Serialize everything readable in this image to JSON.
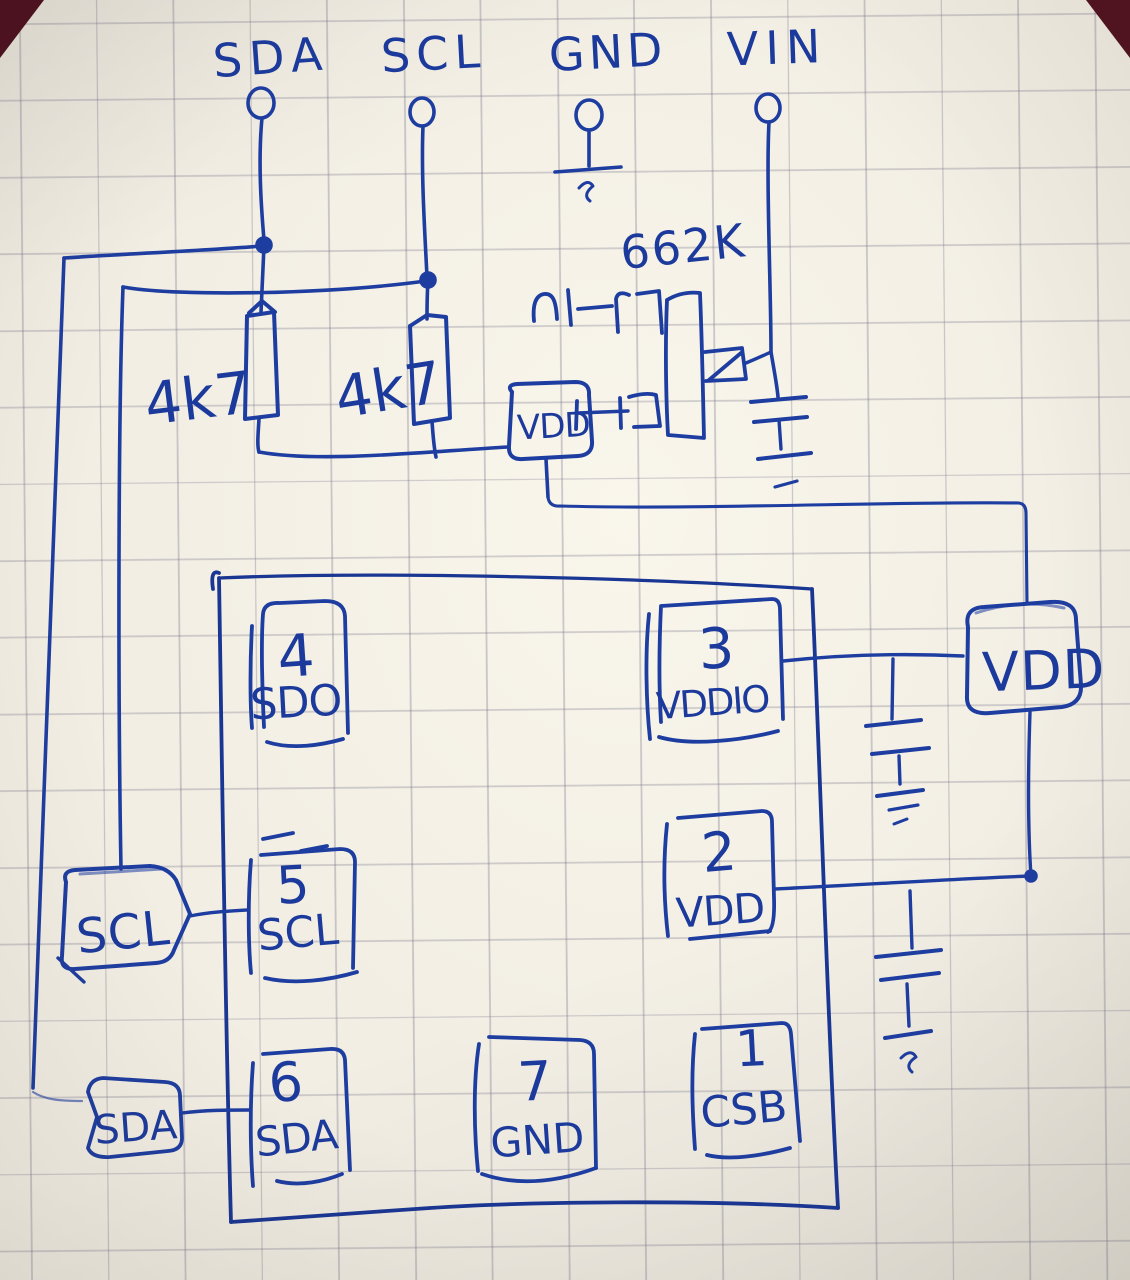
{
  "photo": {
    "description": "hand-drawn circuit schematic in blue ink on squared graph paper",
    "paper_color": "#f2eee4",
    "grid_color": "#747288",
    "ink_color": "#1e3da0",
    "corner_color": "#4e101f"
  },
  "terminals": [
    {
      "label": "SDA"
    },
    {
      "label": "SCL"
    },
    {
      "label": "GND"
    },
    {
      "label": "VIN"
    }
  ],
  "pullup_resistors": [
    {
      "value": "4k7"
    },
    {
      "value": "4k7"
    }
  ],
  "regulator": {
    "part_label": "662K"
  },
  "power_labels": [
    {
      "label": "VDD"
    },
    {
      "label": "VDD"
    }
  ],
  "bus_labels": [
    {
      "label": "SCL"
    },
    {
      "label": "SDA"
    }
  ],
  "ic": {
    "pins": [
      {
        "number": "4",
        "name": "SDO"
      },
      {
        "number": "3",
        "name": "VDDIO"
      },
      {
        "number": "5",
        "name": "SCL"
      },
      {
        "number": "2",
        "name": "VDD"
      },
      {
        "number": "6",
        "name": "SDA"
      },
      {
        "number": "7",
        "name": "GND"
      },
      {
        "number": "1",
        "name": "CSB"
      }
    ]
  }
}
